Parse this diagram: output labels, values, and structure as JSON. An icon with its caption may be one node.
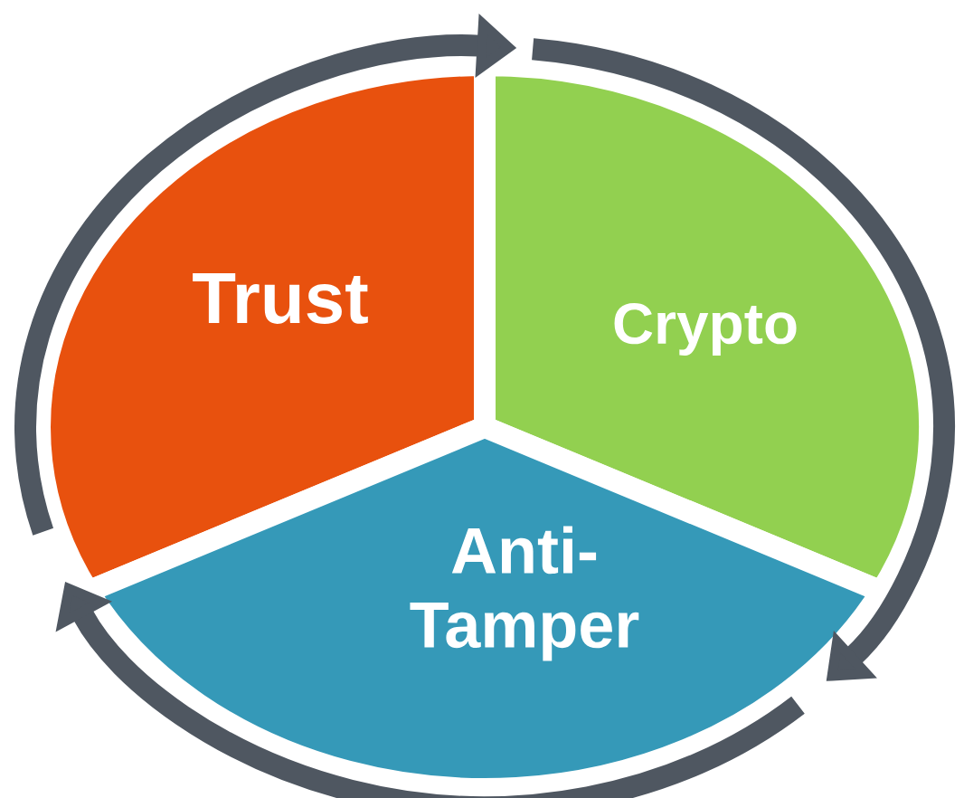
{
  "diagram": {
    "nodes": [
      {
        "text": [
          "Trust"
        ]
      },
      {
        "text": [
          "Crypto"
        ]
      },
      {
        "text": [
          "Anti- Tamper"
        ]
      }
    ],
    "edges": [
      {
        "from": 0,
        "to": 1,
        "arrow": "to"
      },
      {
        "from": 1,
        "to": 2,
        "arrow": "to"
      },
      {
        "from": 2,
        "to": 0,
        "arrow": "to"
      }
    ]
  }
}
